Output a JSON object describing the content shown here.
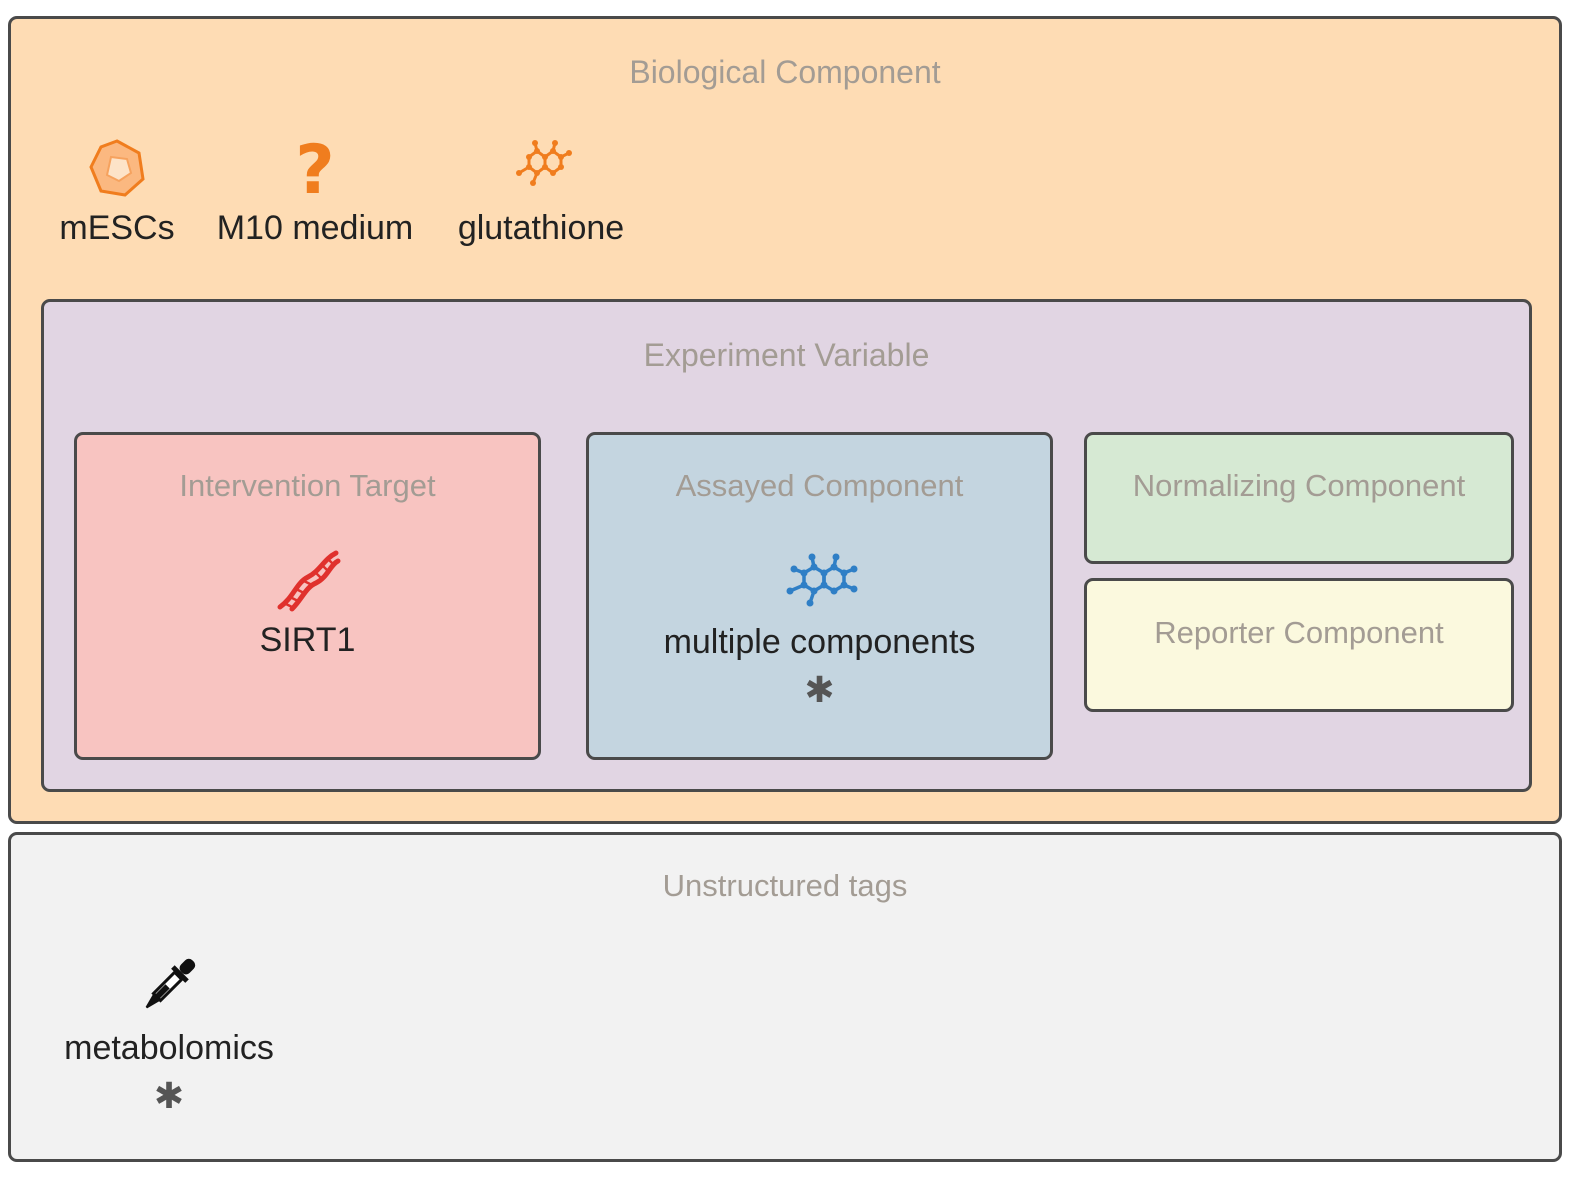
{
  "biological_component": {
    "title": "Biological Component",
    "tags": [
      {
        "label": "mESCs",
        "icon": "cell-icon"
      },
      {
        "label": "M10 medium",
        "icon": "question-mark-icon",
        "glyph": "?"
      },
      {
        "label": "glutathione",
        "icon": "molecule-icon"
      }
    ]
  },
  "experiment_variable": {
    "title": "Experiment Variable",
    "intervention_target": {
      "title": "Intervention Target",
      "tag": {
        "label": "SIRT1",
        "icon": "dna-icon"
      }
    },
    "assayed_component": {
      "title": "Assayed Component",
      "tag": {
        "label": "multiple components",
        "icon": "molecule-icon",
        "marker": "✱"
      }
    },
    "normalizing_component": {
      "title": "Normalizing Component"
    },
    "reporter_component": {
      "title": "Reporter Component"
    }
  },
  "unstructured_tags": {
    "title": "Unstructured tags",
    "tags": [
      {
        "label": "metabolomics",
        "icon": "pipette-icon",
        "marker": "✱"
      }
    ]
  },
  "colors": {
    "biological_bg": "#fedcb4",
    "experiment_bg": "#e1d5e3",
    "intervention_bg": "#f8c4c1",
    "assayed_bg": "#c4d5e0",
    "normalizing_bg": "#d6e9d3",
    "reporter_bg": "#fbf9de",
    "unstructured_bg": "#f2f2f2",
    "orange_icon": "#f07d1e",
    "red_icon": "#e0312d",
    "blue_icon": "#2f7fc6"
  }
}
